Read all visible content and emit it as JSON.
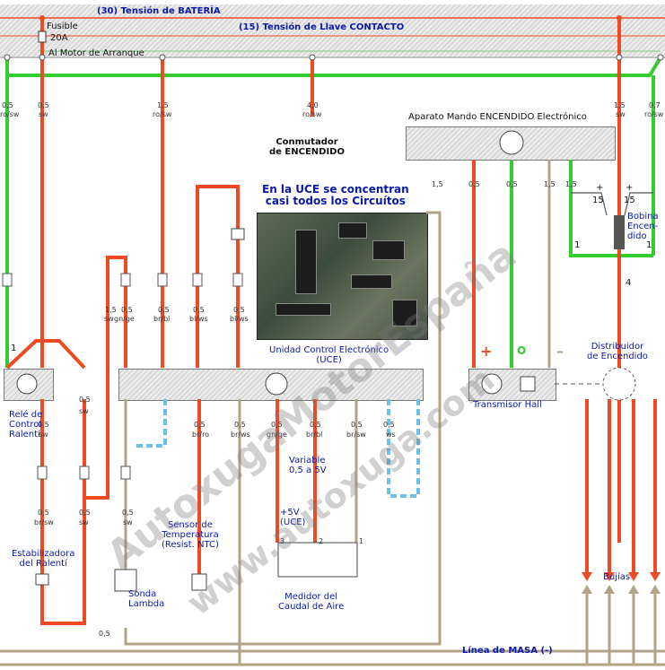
{
  "header": {
    "battery_line": "(30) Tensión de BATERÍA",
    "ignition_line": "(15) Tensión de Llave CONTACTO",
    "fuse_label": "Fusible",
    "fuse_rating": "20A",
    "starter_line": "Al Motor de Arranque"
  },
  "wire_codes": {
    "w1_gauge": "0,5",
    "w1_color": "ro/sw",
    "w2_gauge": "0,5",
    "w2_color": "sw",
    "w3_gauge": "1,5",
    "w3_color": "ro/sw",
    "w4_gauge": "4,0",
    "w4_color": "ro/sw",
    "w5_gauge": "1,5",
    "w5_color": "sw",
    "w6_gauge": "0,7",
    "w6_color": "ro/sw",
    "hall_gauge_a": "1,5",
    "hall_gauge_b": "0,5",
    "hall_gauge_c": "0,5",
    "hall_gauge_d": "1,5",
    "hall_gauge_e": "1,5",
    "uce_in_a_gauge": "1,5",
    "uce_in_a_color": "sw",
    "uce_in_b_gauge": "0,5",
    "uce_in_b_color": "gn/ge",
    "uce_in_c_gauge": "0,5",
    "uce_in_c_color": "br/bl",
    "uce_in_d_gauge": "0,5",
    "uce_in_d_color": "bl/ws",
    "uce_in_e_gauge": "0,5",
    "uce_in_e_color": "bl/ws",
    "relay_out_a_gauge": "0,5",
    "relay_out_a_color": "sw",
    "relay_out_b_gauge": "0,5",
    "relay_out_b_color": "sw",
    "relay_out_c_gauge": "0,5",
    "relay_out_c_color": "br/sw",
    "relay_out_d_gauge": "0,5",
    "relay_out_d_color": "sw",
    "uce_out_a_gauge": "0,5",
    "uce_out_a_color": "sw",
    "uce_out_b_gauge": "0,5",
    "uce_out_b_color": "br/ro",
    "uce_out_c_gauge": "0,5",
    "uce_out_c_color": "br/ws",
    "uce_out_d_gauge": "0,5",
    "uce_out_d_color": "gn/ge",
    "uce_out_e_gauge": "0,5",
    "uce_out_e_color": "br/bl",
    "uce_out_f_gauge": "0,5",
    "uce_out_f_color": "br/sw",
    "uce_out_g_gauge": "0,5",
    "uce_out_g_color": "ws",
    "ground_gauge": "0,5"
  },
  "components": {
    "switch_title": "Conmutador\nde ENCENDIDO",
    "ignition_module": "Aparato Mando ENCENDIDO Electrónico",
    "uce_note": "En la UCE se concentran\ncasi todos los Circuítos",
    "uce_name": "Unidad Control Electrónico\n(UCE)",
    "coil": "Bobina\nEncen-\ndido",
    "coil_term_15a": "15",
    "coil_term_15b": "15",
    "coil_term_1a": "1",
    "coil_term_1b": "1",
    "coil_term_4": "4",
    "plus_a": "+",
    "plus_b": "+",
    "relay": "Relé de\nControl\nRalentí",
    "relay_pin": "1",
    "distributor": "Distribuidor\nde Encendido",
    "hall": "Transmisor Hall",
    "hall_plus": "+",
    "hall_zero": "O",
    "hall_minus": "–",
    "temp_sensor": "Sensor de\nTemperatura\n(Resist. NTC)",
    "idle_stabilizer": "Estabilizadora\ndel Ralentí",
    "lambda": "Sonda\nLambda",
    "variable": "Variable\n0,5 a 5V",
    "plus5v": "+5V\n(UCE)",
    "pin3": "3",
    "pin2": "2",
    "pin1": "1",
    "airflow": "Medidor del\nCaudal de Aire",
    "plugs": "Bujías",
    "ground": "Línea de MASA (-)"
  },
  "watermark": {
    "line1": "AutoxugaMotorEspaña",
    "line2": "www.autoxuga.com"
  },
  "colors": {
    "battery_red": "#f04a22",
    "ignition_green": "#33cc33",
    "ground_brown": "#b0a38a",
    "signal_blue": "#6cc1e6",
    "text_blue": "#0a1aa8"
  }
}
